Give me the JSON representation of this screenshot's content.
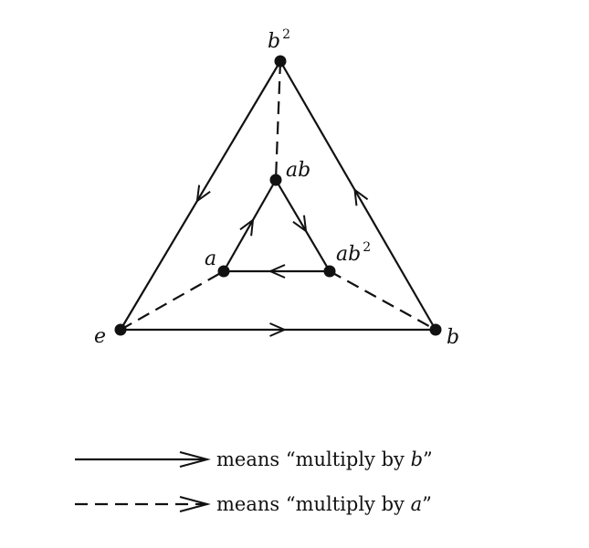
{
  "diagram": {
    "nodes": [
      {
        "id": "b2",
        "label": "b",
        "sup": "2"
      },
      {
        "id": "ab",
        "label": "ab",
        "sup": ""
      },
      {
        "id": "a",
        "label": "a",
        "sup": ""
      },
      {
        "id": "ab2",
        "label": "ab",
        "sup": "2"
      },
      {
        "id": "e",
        "label": "e",
        "sup": ""
      },
      {
        "id": "b",
        "label": "b",
        "sup": ""
      }
    ],
    "edges": [
      {
        "from": "b2",
        "to": "e",
        "type": "solid"
      },
      {
        "from": "e",
        "to": "b",
        "type": "solid"
      },
      {
        "from": "b",
        "to": "b2",
        "type": "solid"
      },
      {
        "from": "a",
        "to": "ab",
        "type": "solid"
      },
      {
        "from": "ab",
        "to": "ab2",
        "type": "solid"
      },
      {
        "from": "ab2",
        "to": "a",
        "type": "solid"
      },
      {
        "from": "b2",
        "to": "ab",
        "type": "dashed"
      },
      {
        "from": "e",
        "to": "a",
        "type": "dashed"
      },
      {
        "from": "ab2",
        "to": "b",
        "type": "dashed"
      }
    ]
  },
  "legend": {
    "solid_text": "means “multiply by ",
    "solid_var": "b",
    "solid_end": "”",
    "dashed_text": "means “multiply by ",
    "dashed_var": "a",
    "dashed_end": "”"
  }
}
